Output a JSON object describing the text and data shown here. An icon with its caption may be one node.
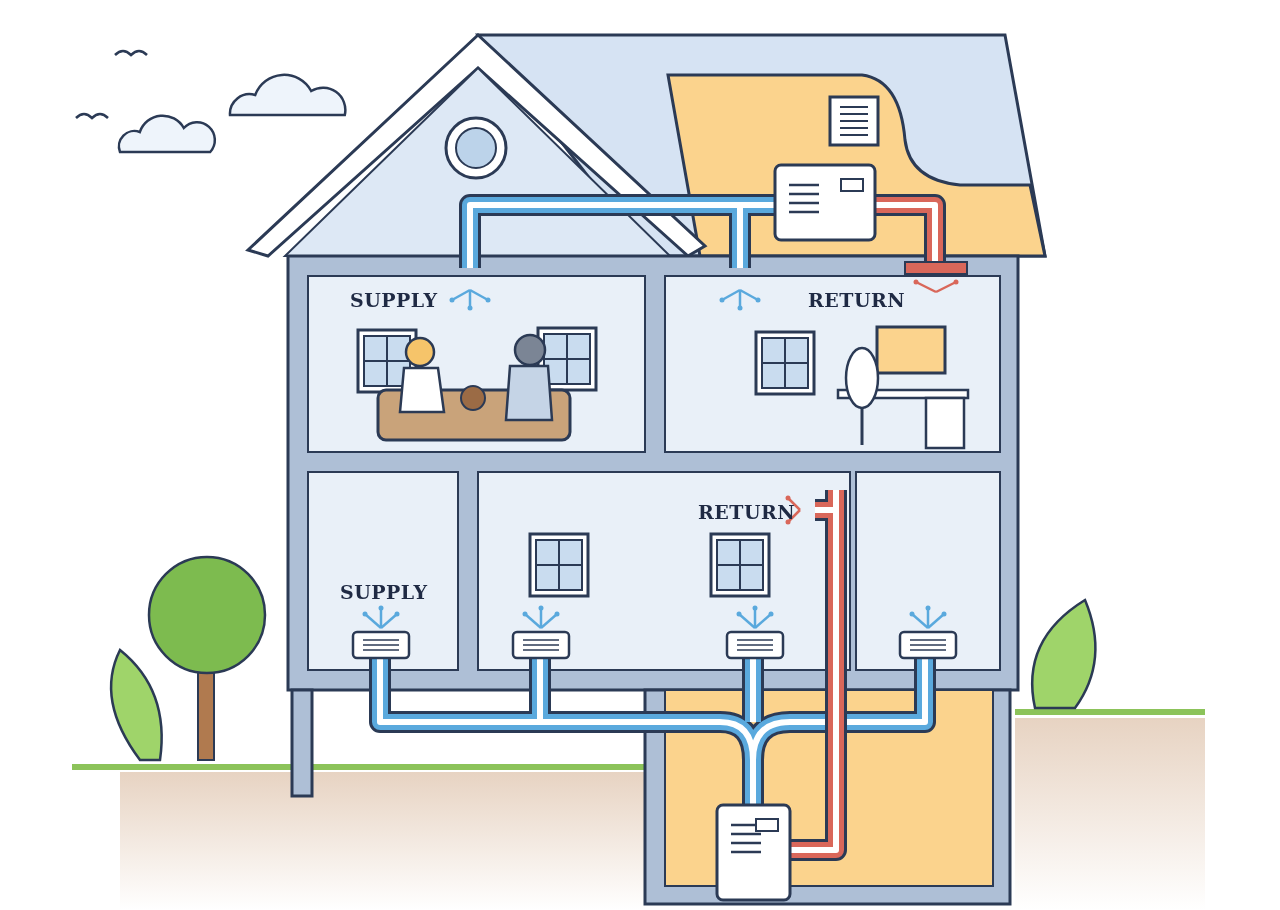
{
  "diagram": {
    "labels": [
      "SUPPLY",
      "RETURN",
      "RETURN",
      "SUPPLY"
    ]
  }
}
